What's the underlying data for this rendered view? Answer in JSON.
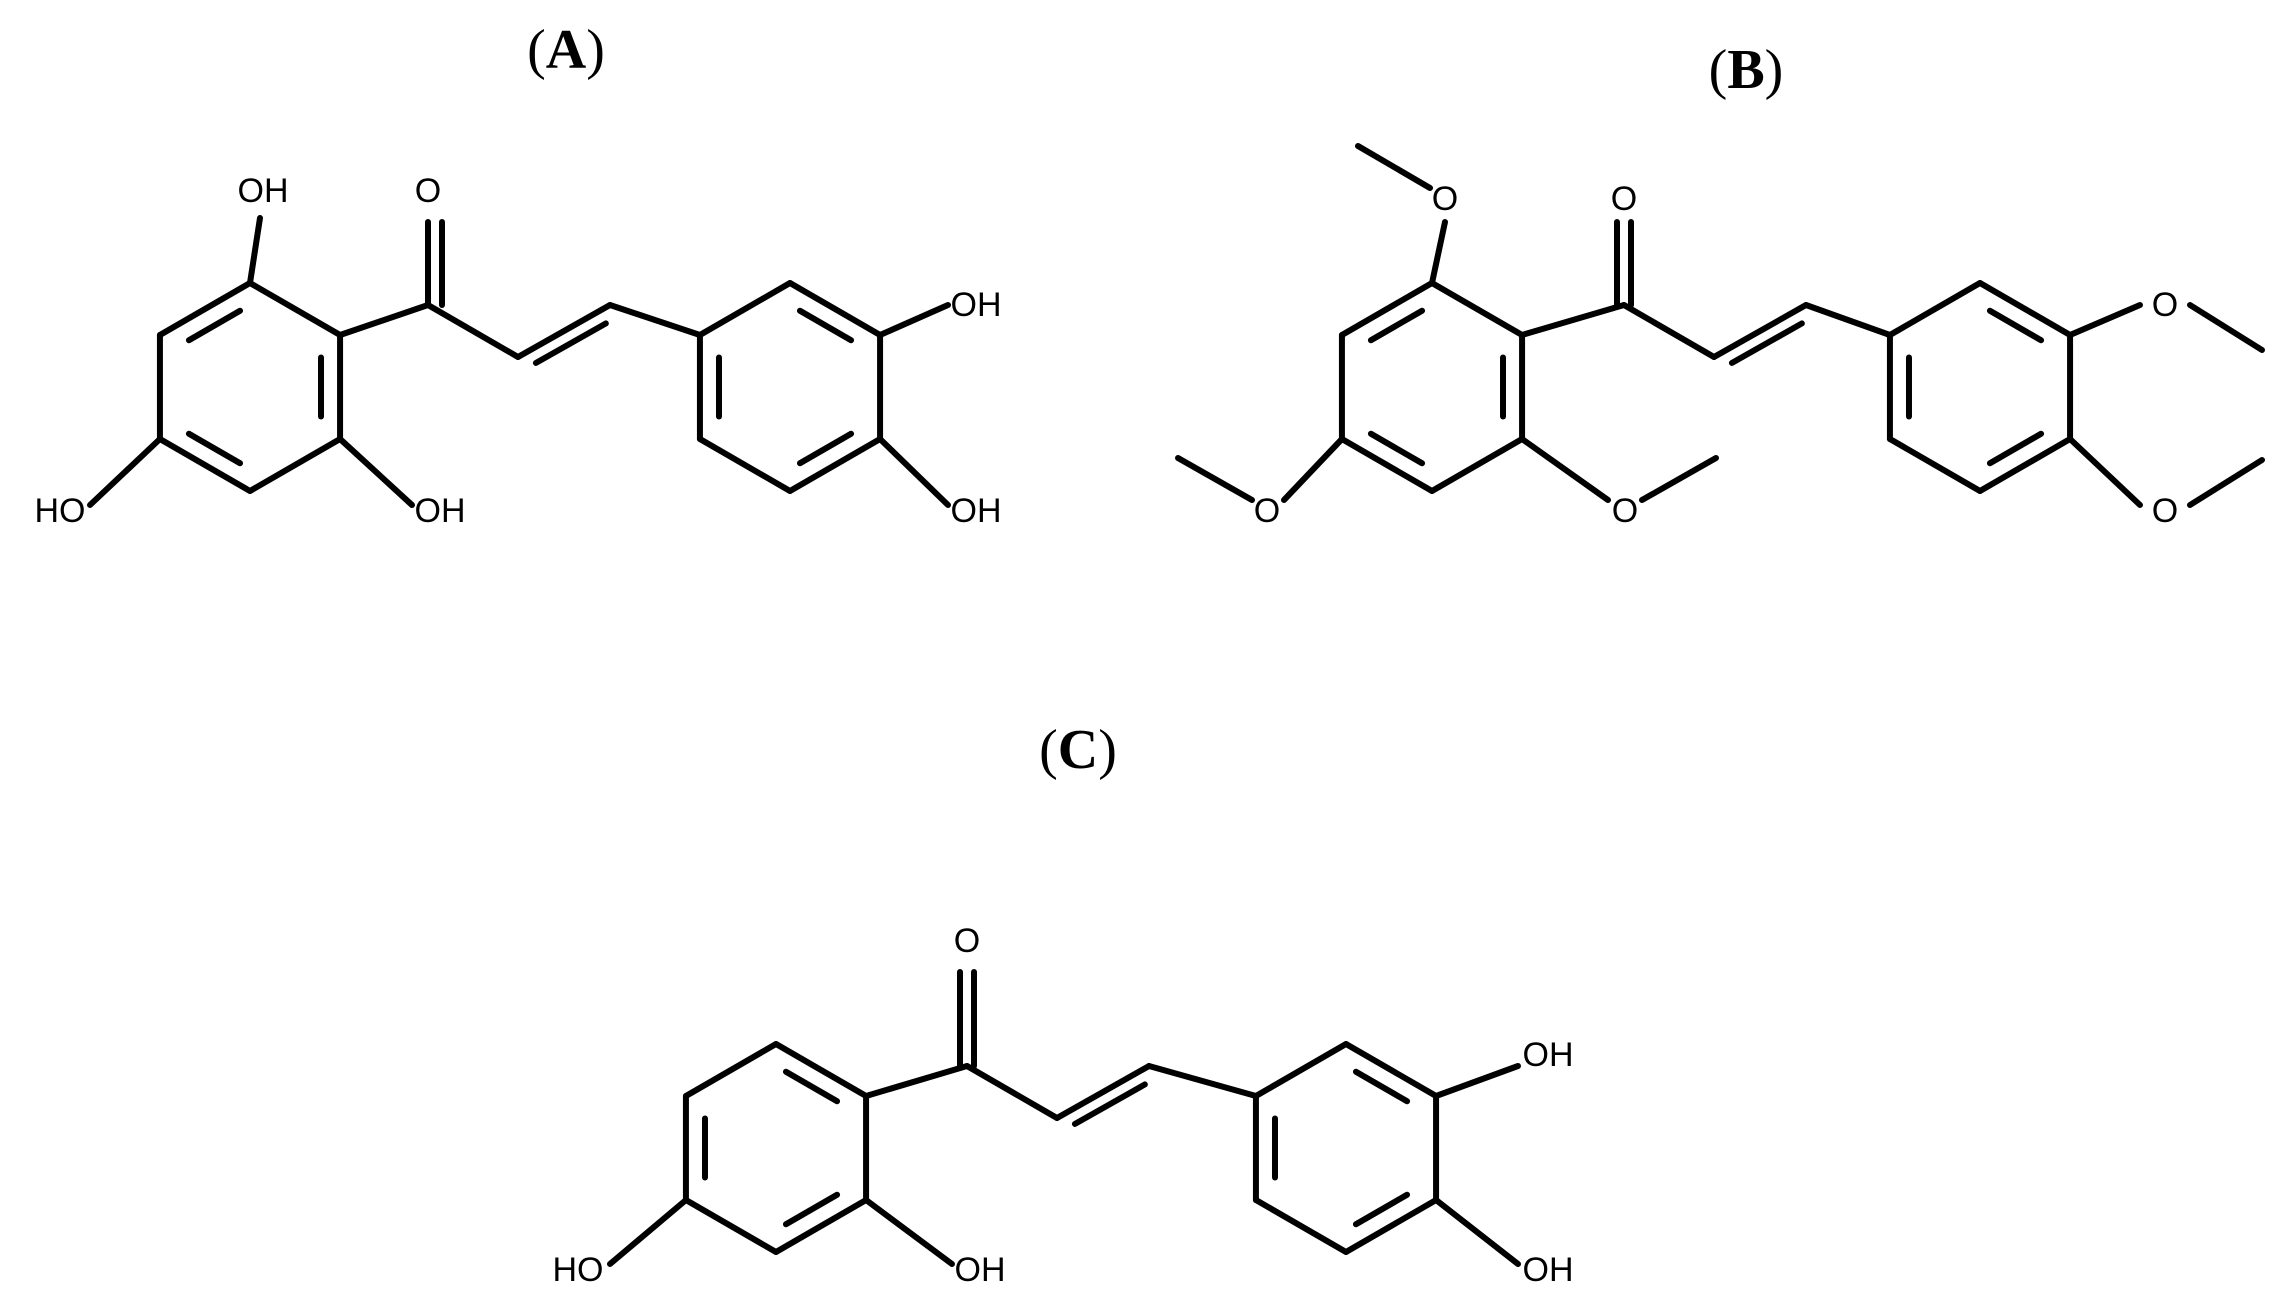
{
  "panels": [
    {
      "id": "A",
      "label": {
        "open": "(",
        "letter": "A",
        "close": ")"
      },
      "atom_labels": [
        "OH",
        "O",
        "OH",
        "HO",
        "OH",
        "OH"
      ]
    },
    {
      "id": "B",
      "label": {
        "open": "(",
        "letter": "B",
        "close": ")"
      },
      "atom_labels": [
        "O",
        "O",
        "O",
        "O",
        "O",
        "O"
      ]
    },
    {
      "id": "C",
      "label": {
        "open": "(",
        "letter": "C",
        "close": ")"
      },
      "atom_labels": [
        "O",
        "OH",
        "HO",
        "OH",
        "OH"
      ]
    }
  ]
}
